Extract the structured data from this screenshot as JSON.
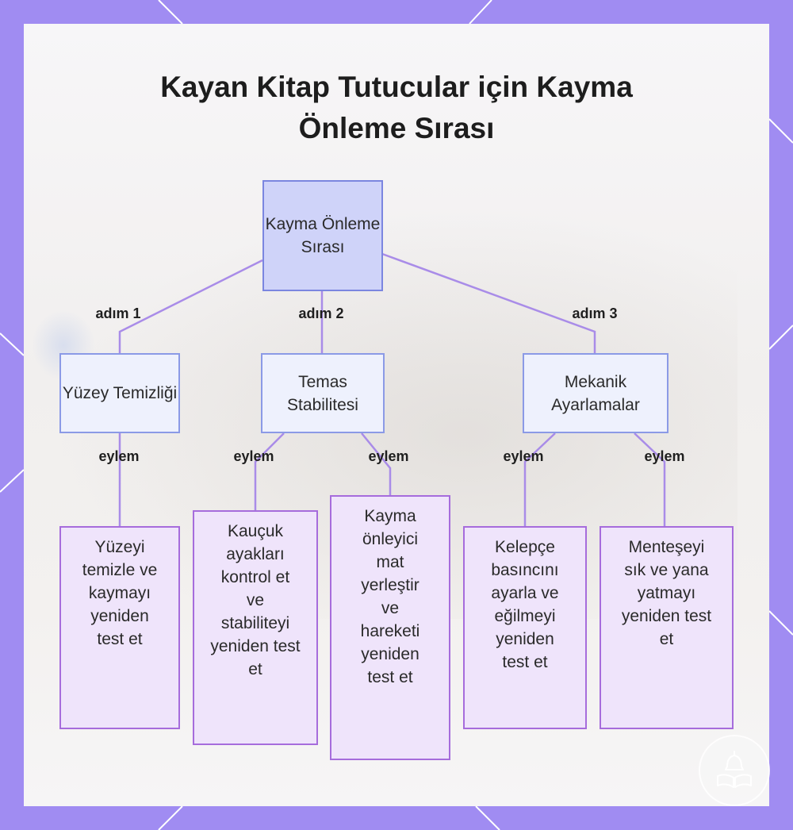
{
  "title": "Kayan Kitap Tutucular için Kayma Önleme Sırası",
  "colors": {
    "frame": "#a08cf2",
    "root_fill": "#cfd3f9",
    "root_border": "#7b86e0",
    "category_fill": "#eef1fd",
    "category_border": "#8b9ae6",
    "action_fill": "#efe4fb",
    "action_border": "#a66cdc",
    "connector": "#a98ce8"
  },
  "root": {
    "label": "Kayma Önleme Sırası"
  },
  "steps": [
    {
      "edge_label": "adım 1",
      "label": "Yüzey Temizliği"
    },
    {
      "edge_label": "adım 2",
      "label": "Temas Stabilitesi"
    },
    {
      "edge_label": "adım 3",
      "label": "Mekanik Ayarlamalar"
    }
  ],
  "actions": [
    {
      "edge_label": "eylem",
      "label": "Yüzeyi temizle ve kaymayı yeniden test et"
    },
    {
      "edge_label": "eylem",
      "label": "Kauçuk ayakları kontrol et ve stabiliteyi yeniden test et"
    },
    {
      "edge_label": "eylem",
      "label": "Kayma önleyici mat yerleştir ve hareketi yeniden test et"
    },
    {
      "edge_label": "eylem",
      "label": "Kelepçe basıncını ayarla ve eğilmeyi yeniden test et"
    },
    {
      "edge_label": "eylem",
      "label": "Menteşeyi sık ve yana yatmayı yeniden test et"
    }
  ],
  "watermark_icon": "book-bell-logo-icon"
}
